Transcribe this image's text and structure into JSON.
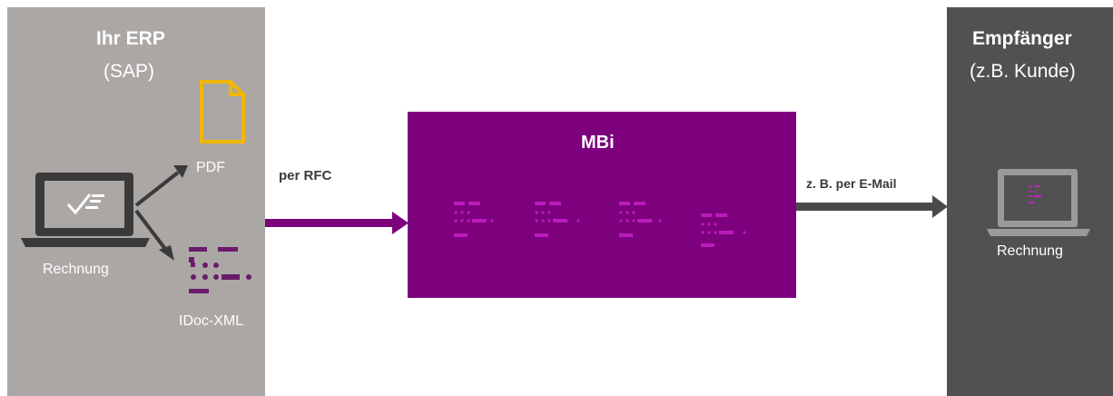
{
  "erp": {
    "title": "Ihr ERP",
    "subtitle": "(SAP)",
    "laptop_label": "Rechnung",
    "pdf_label": "PDF",
    "idoc_label": "IDoc-XML"
  },
  "connector_rfc": {
    "label": "per RFC"
  },
  "mbi": {
    "title": "MBi"
  },
  "connector_email": {
    "label": "z. B. per E-Mail"
  },
  "receiver": {
    "title": "Empfänger",
    "subtitle": "(z.B. Kunde)",
    "laptop_label": "Rechnung"
  },
  "colors": {
    "erp_panel": "#aba7a5",
    "receiver_panel": "#515151",
    "mbi_box": "#7d007d",
    "accent_magenta": "#c21fc2",
    "idoc_purple": "#6a1b6a",
    "pdf_yellow": "#f2b705",
    "arrow_purple": "#7d007d",
    "arrow_gray": "#4a4a4a"
  },
  "icons": [
    "laptop-check-icon",
    "pdf-file-icon",
    "idoc-xml-icon",
    "laptop-document-icon"
  ]
}
